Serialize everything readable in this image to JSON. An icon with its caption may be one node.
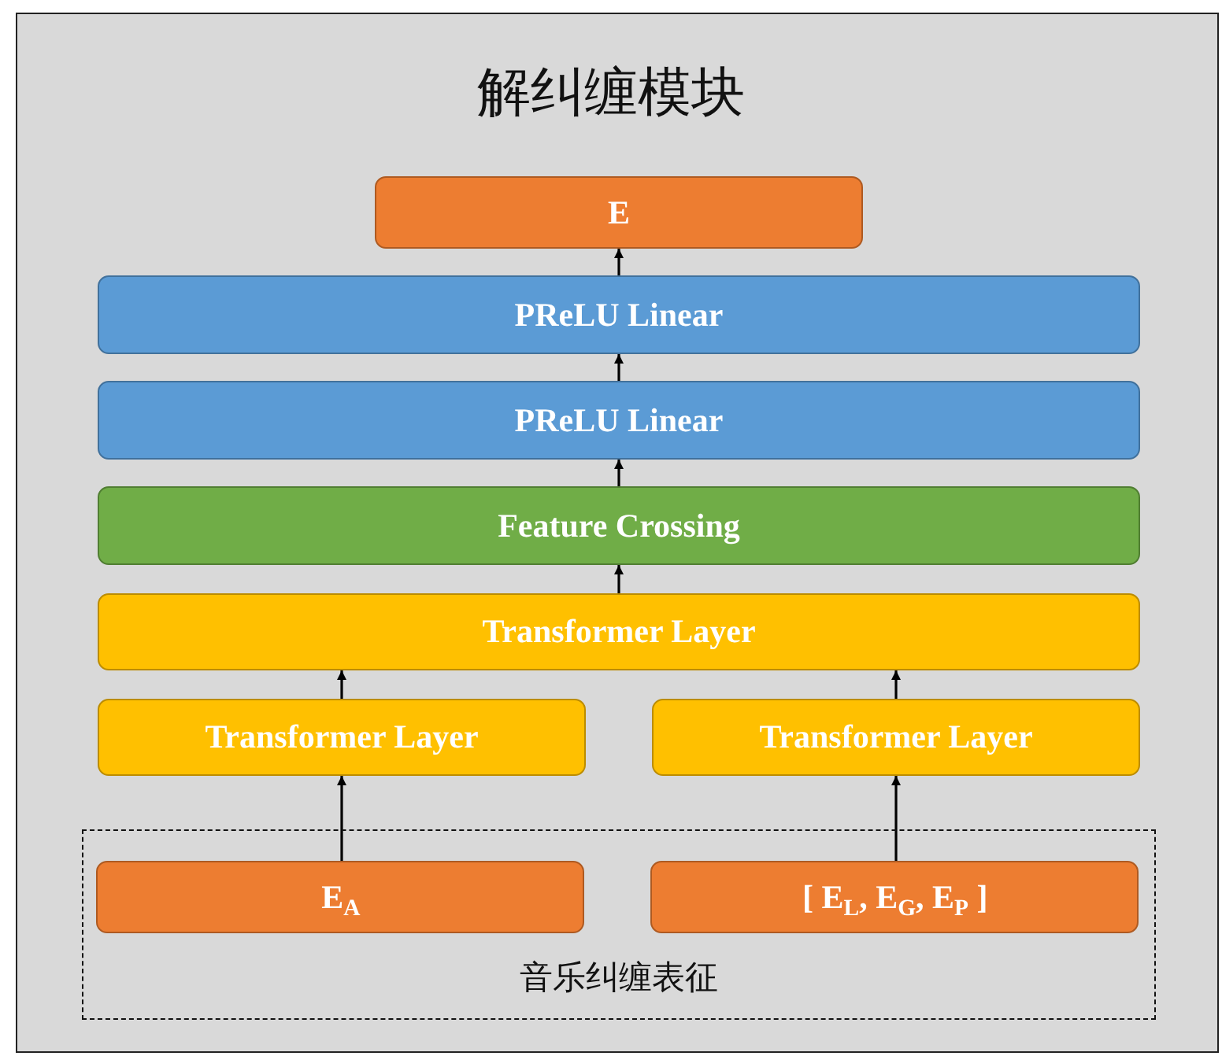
{
  "diagram": {
    "title": "解纠缠模块",
    "nodes": [
      {
        "text": [
          "E"
        ]
      },
      {
        "text": [
          "PReLU Linear"
        ]
      },
      {
        "text": [
          "PReLU Linear"
        ]
      },
      {
        "text": [
          "Feature Crossing"
        ]
      },
      {
        "text": [
          "Transformer Layer"
        ]
      },
      {
        "text": [
          "Transformer Layer"
        ]
      },
      {
        "text": [
          "Transformer Layer"
        ]
      },
      {
        "text": [
          "音乐纠缠表征"
        ]
      },
      {
        "text": [
          "E$_{A}$"
        ],
        "in": 7
      },
      {
        "text": [
          "[ E$_{L}$, E$_{G}$, E$_{P}$ ]"
        ],
        "in": 7
      }
    ],
    "edges": [
      {
        "from": 1,
        "to": 0,
        "arrow": "to"
      },
      {
        "from": 2,
        "to": 1,
        "arrow": "to"
      },
      {
        "from": 3,
        "to": 2,
        "arrow": "to"
      },
      {
        "from": 4,
        "to": 3,
        "arrow": "to"
      },
      {
        "from": 5,
        "to": 4,
        "arrow": "to"
      },
      {
        "from": 6,
        "to": 4,
        "arrow": "to"
      },
      {
        "from": 8,
        "to": 5,
        "arrow": "to"
      },
      {
        "from": 9,
        "to": 6,
        "arrow": "to"
      }
    ]
  }
}
